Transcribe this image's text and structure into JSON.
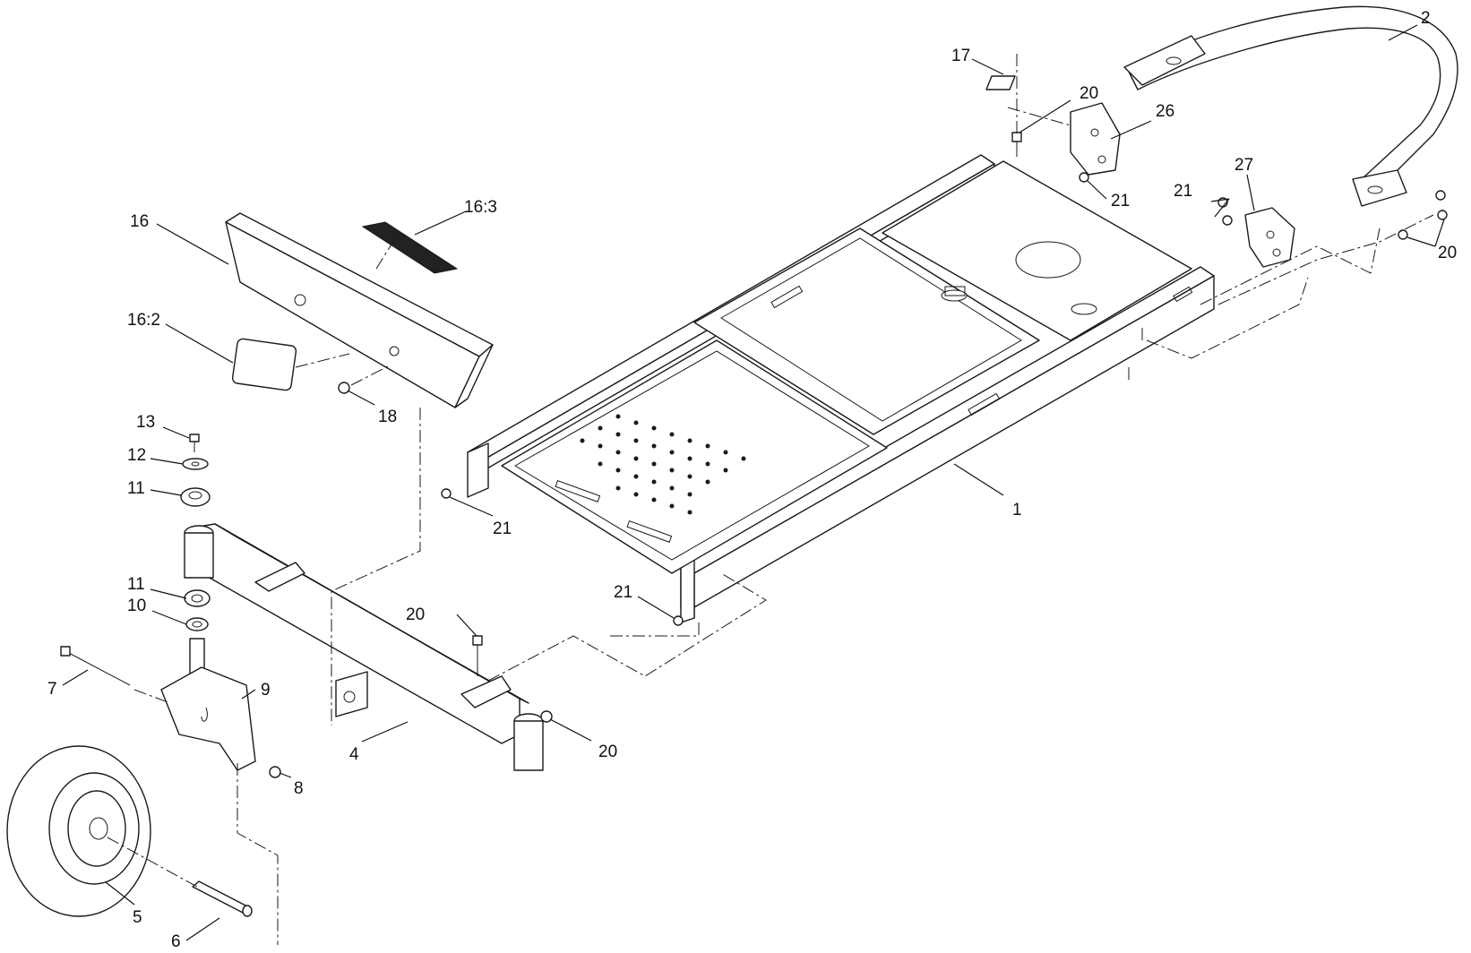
{
  "callouts": [
    {
      "id": "c1",
      "text": "1"
    },
    {
      "id": "c2",
      "text": "2"
    },
    {
      "id": "c4",
      "text": "4"
    },
    {
      "id": "c5",
      "text": "5"
    },
    {
      "id": "c6",
      "text": "6"
    },
    {
      "id": "c7",
      "text": "7"
    },
    {
      "id": "c8",
      "text": "8"
    },
    {
      "id": "c9",
      "text": "9"
    },
    {
      "id": "c10",
      "text": "10"
    },
    {
      "id": "c11a",
      "text": "11"
    },
    {
      "id": "c11b",
      "text": "11"
    },
    {
      "id": "c12",
      "text": "12"
    },
    {
      "id": "c13",
      "text": "13"
    },
    {
      "id": "c16",
      "text": "16"
    },
    {
      "id": "c16_2",
      "text": "16:2"
    },
    {
      "id": "c16_3",
      "text": "16:3"
    },
    {
      "id": "c17",
      "text": "17"
    },
    {
      "id": "c18",
      "text": "18"
    },
    {
      "id": "c20a",
      "text": "20"
    },
    {
      "id": "c20b",
      "text": "20"
    },
    {
      "id": "c20c",
      "text": "20"
    },
    {
      "id": "c20d",
      "text": "20"
    },
    {
      "id": "c21a",
      "text": "21"
    },
    {
      "id": "c21b",
      "text": "21"
    },
    {
      "id": "c21c",
      "text": "21"
    },
    {
      "id": "c21d",
      "text": "21"
    },
    {
      "id": "c26",
      "text": "26"
    },
    {
      "id": "c27",
      "text": "27"
    }
  ],
  "colors": {
    "line": "#1a1a1a",
    "background": "#ffffff",
    "decal_fill": "#222222"
  }
}
